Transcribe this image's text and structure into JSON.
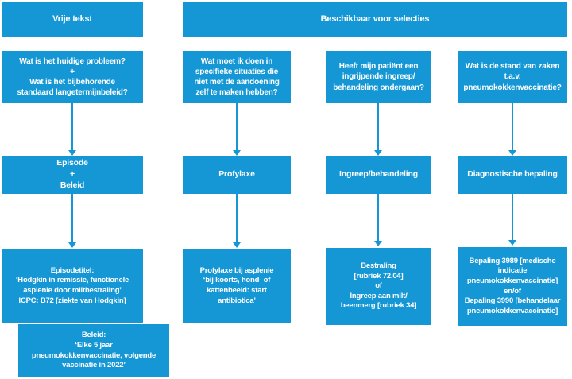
{
  "colors": {
    "primary_blue": "#1697d5",
    "text_white": "#ffffff",
    "background": "#ffffff"
  },
  "headers": {
    "free_text": "Vrije tekst",
    "selectable": "Beschikbaar voor selecties"
  },
  "columns": [
    {
      "question": "Wat is het huidige probleem?\n+\nWat is het bijbehorende\nstandaard langetermijnbeleid?",
      "category": "Episode\n+\nBeleid",
      "detail": "Episodetitel:\n‘Hodgkin in remissie, functionele\nasplenie door miltbestraling’\nICPC: B72 [ziekte van Hodgkin]",
      "extra": "Beleid:\n‘Elke 5 jaar\npneumokokkenvaccinatie, volgende\nvaccinatie in 2022’"
    },
    {
      "question": "Wat moet ik doen in\nspecifieke situaties die\nniet met de aandoening\nzelf te maken hebben?",
      "category": "Profylaxe",
      "detail": "Profylaxe bij asplenie\n‘bij koorts, hond- of\nkattenbeeld: start\nantibiotica’"
    },
    {
      "question": "Heeft mijn patiënt een\ningrijpende ingreep/\nbehandeling ondergaan?",
      "category": "Ingreep/behandeling",
      "detail": "Bestraling\n[rubriek 72.04]\nof\nIngreep aan milt/\nbeenmerg [rubriek 34]"
    },
    {
      "question": "Wat is de stand van zaken\nt.a.v.\npneumokokkenvaccinatie?",
      "category": "Diagnostische bepaling",
      "detail": "Bepaling 3989 [medische\nindicatie\npneumokokkenvaccinatie]\nen/of\nBepaling 3990 [behandelaar\npneumokokkenvaccinatie]"
    }
  ]
}
